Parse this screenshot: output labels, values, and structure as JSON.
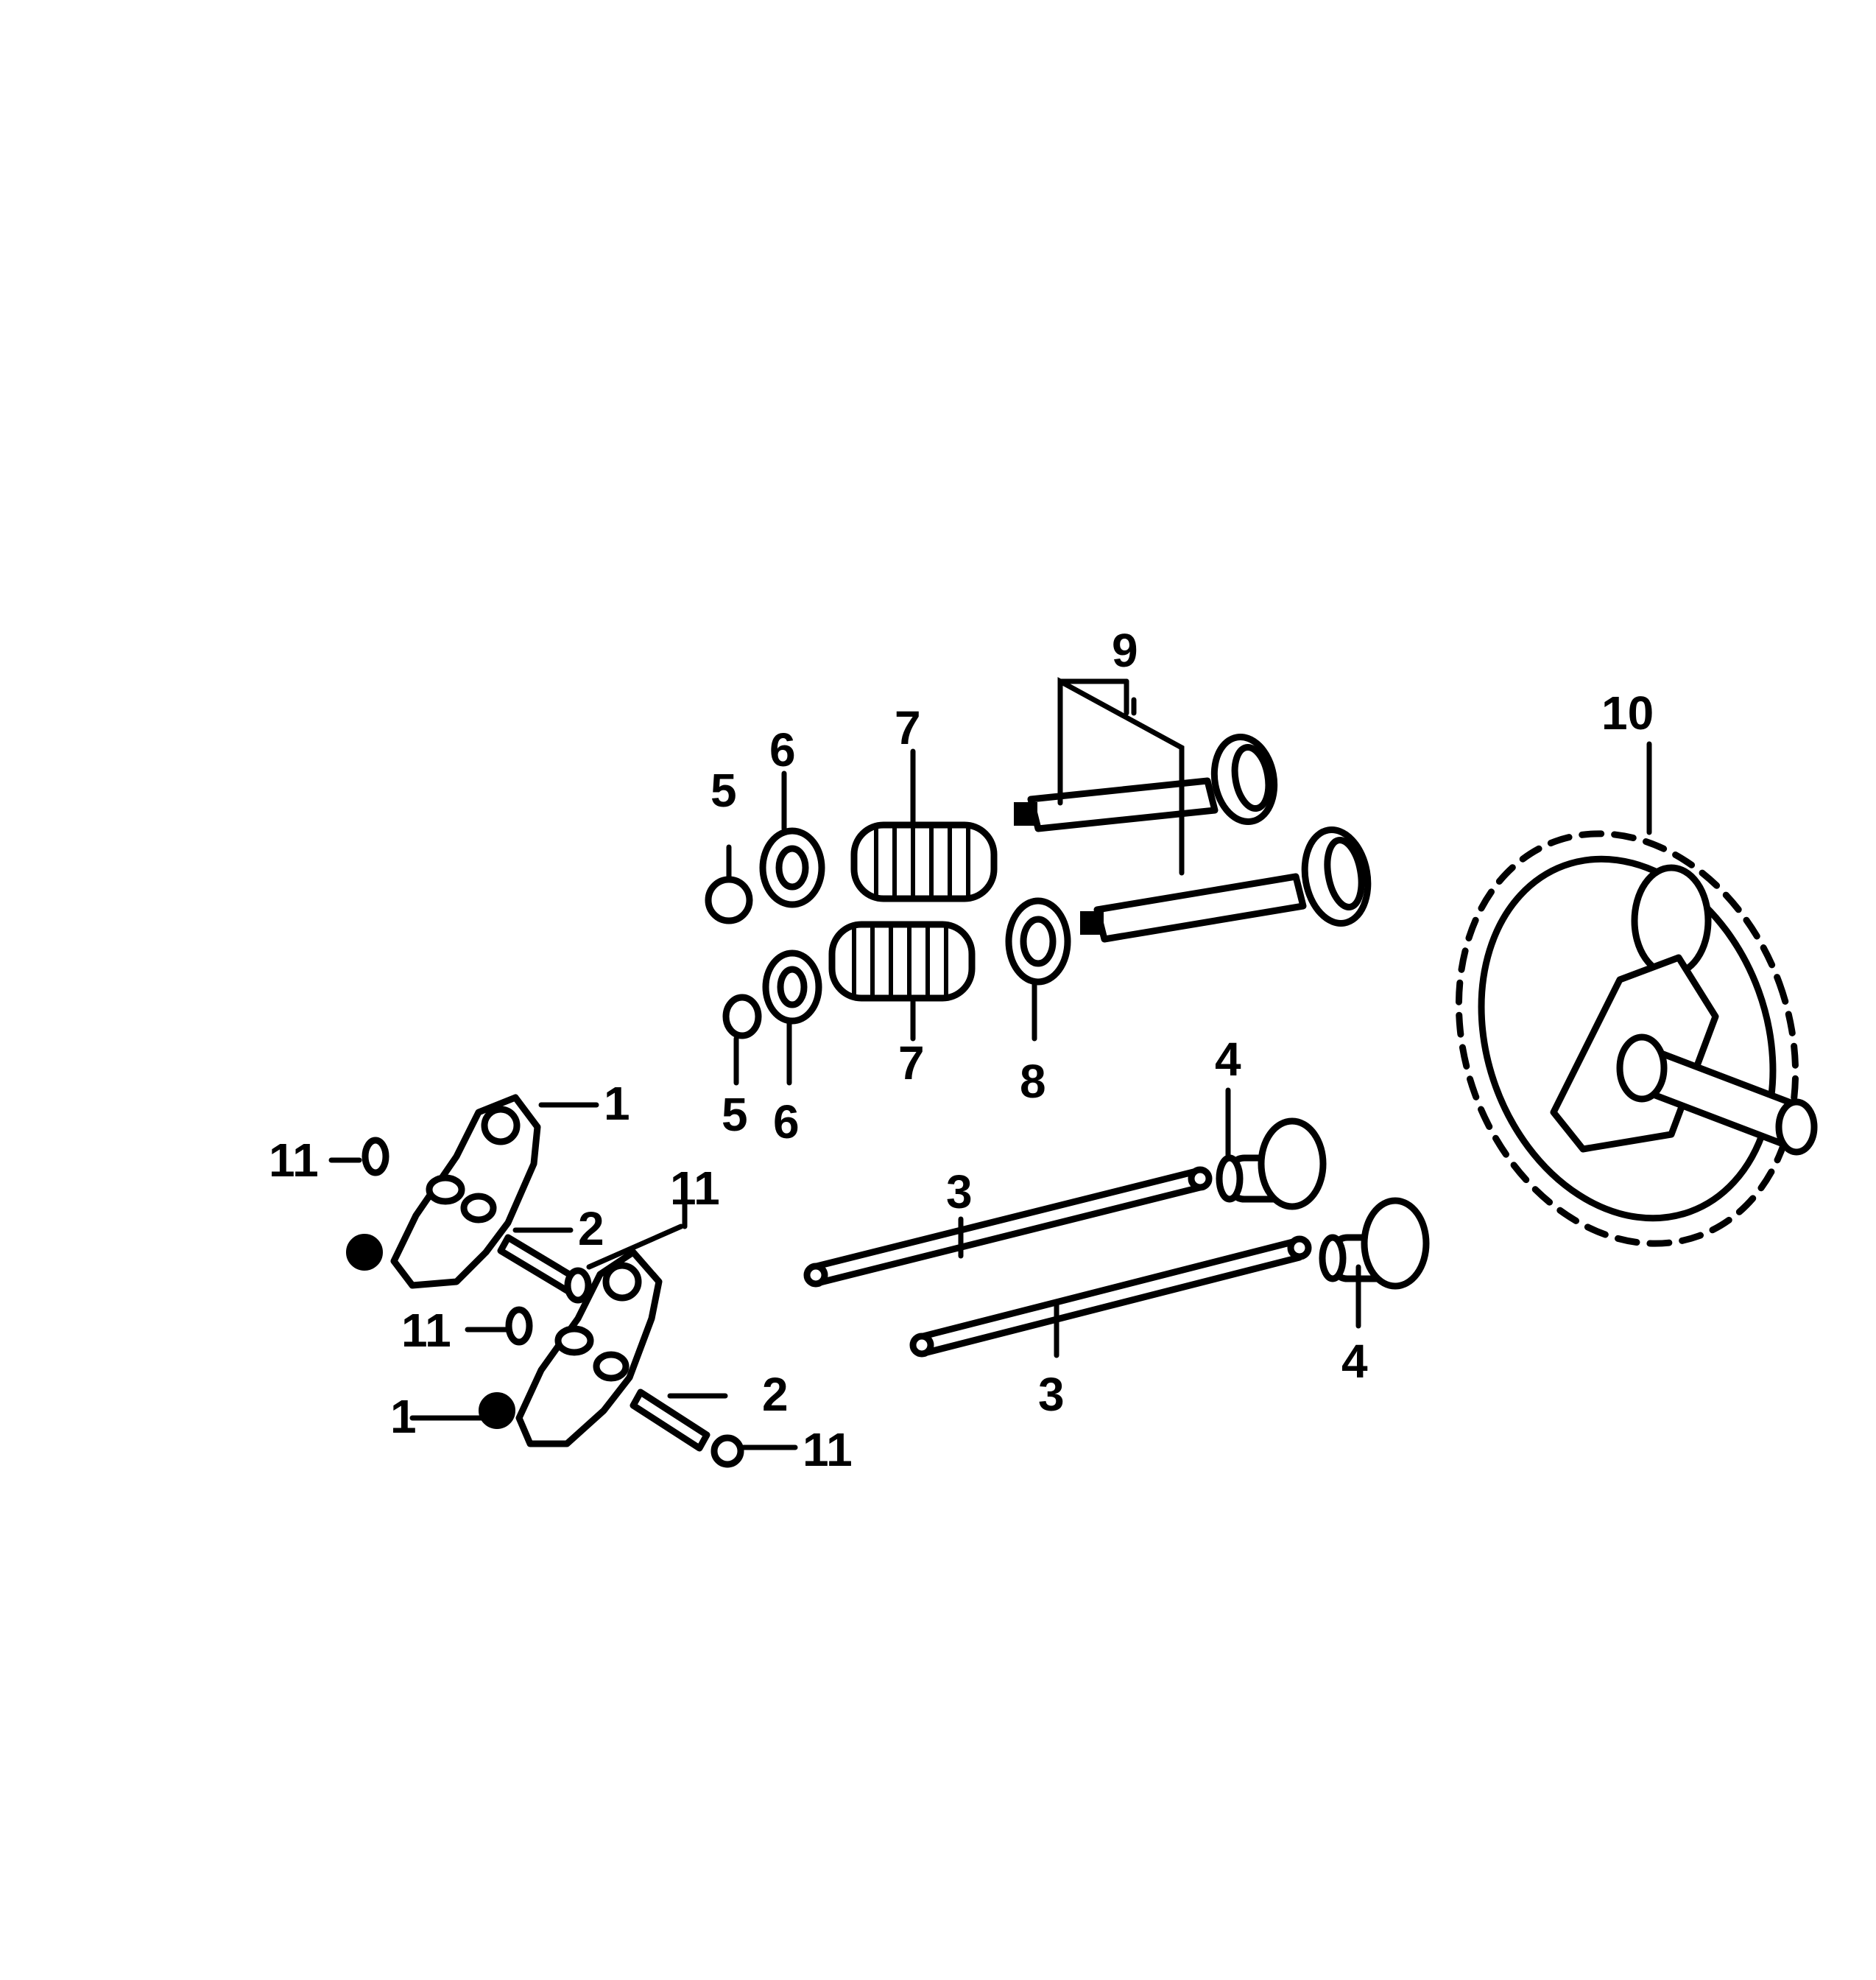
{
  "diagram": {
    "callouts": {
      "rocker_arm_upper": "1",
      "rocker_arm_lower": "1",
      "pivot_pin_upper": "2",
      "pivot_pin_lower": "2",
      "push_rod_upper": "3",
      "push_rod_lower": "3",
      "tappet_upper": "4",
      "tappet_lower": "4",
      "retainer_clip_upper": "5",
      "retainer_clip_lower": "5",
      "spring_retainer_upper": "6",
      "spring_retainer_lower": "6",
      "valve_spring_upper": "7",
      "valve_spring_lower": "7",
      "valve_rotator": "8",
      "valve_set": "9",
      "camshaft_gear": "10",
      "circlip_a": "11",
      "circlip_b": "11",
      "circlip_c": "11",
      "circlip_d": "11"
    },
    "colors": {
      "ink": "#000000",
      "paper": "#ffffff"
    }
  }
}
